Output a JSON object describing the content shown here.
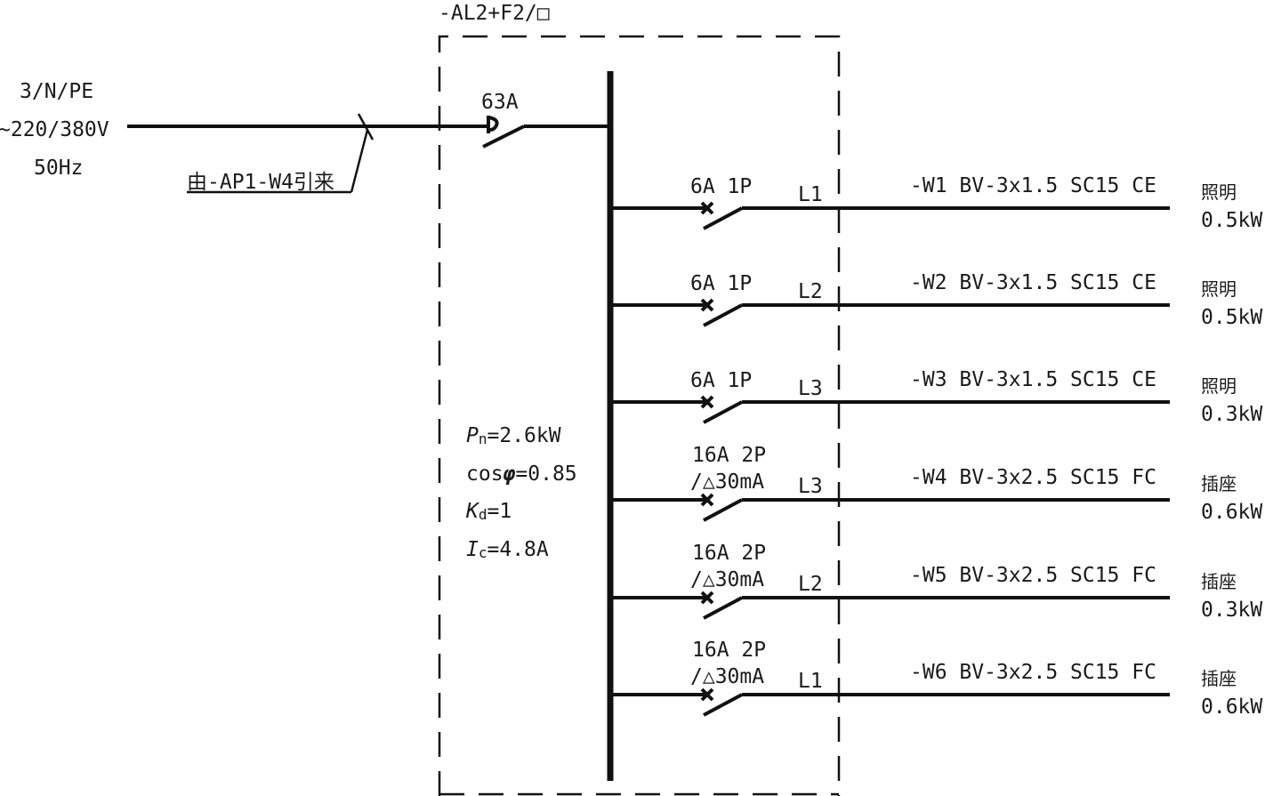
{
  "panel": {
    "label": "-AL2+F2/□"
  },
  "supply": {
    "system": "3/N/PE",
    "voltage": "~220/380V",
    "frequency": "50Hz",
    "source_note": "由-AP1-W4引来"
  },
  "main_breaker": {
    "rating": "63A"
  },
  "parameters": {
    "pn_symbol": "P",
    "pn_sub": "n",
    "pn_value": "=2.6kW",
    "cos_prefix": "cos",
    "cos_phi": "φ",
    "cos_value": "=0.85",
    "kd_symbol": "K",
    "kd_sub": "d",
    "kd_value": "=1",
    "ic_symbol": "I",
    "ic_sub": "c",
    "ic_value": "=4.8A"
  },
  "circuits": [
    {
      "breaker": "6A  1P",
      "rcd": "",
      "phase": "L1",
      "cable": "-W1 BV-3x1.5 SC15 CE",
      "load_type": "照明",
      "load_power": "0.5kW"
    },
    {
      "breaker": "6A  1P",
      "rcd": "",
      "phase": "L2",
      "cable": "-W2 BV-3x1.5 SC15 CE",
      "load_type": "照明",
      "load_power": "0.5kW"
    },
    {
      "breaker": "6A  1P",
      "rcd": "",
      "phase": "L3",
      "cable": "-W3 BV-3x1.5 SC15 CE",
      "load_type": "照明",
      "load_power": "0.3kW"
    },
    {
      "breaker": "16A  2P",
      "rcd": "/△30mA",
      "phase": "L3",
      "cable": "-W4  BV-3x2.5 SC15 FC",
      "load_type": "插座",
      "load_power": "0.6kW"
    },
    {
      "breaker": "16A  2P",
      "rcd": "/△30mA",
      "phase": "L2",
      "cable": "-W5  BV-3x2.5 SC15 FC",
      "load_type": "插座",
      "load_power": "0.3kW"
    },
    {
      "breaker": "16A  2P",
      "rcd": "/△30mA",
      "phase": "L1",
      "cable": "-W6  BV-3x2.5 SC15 FC",
      "load_type": "插座",
      "load_power": "0.6kW"
    }
  ]
}
